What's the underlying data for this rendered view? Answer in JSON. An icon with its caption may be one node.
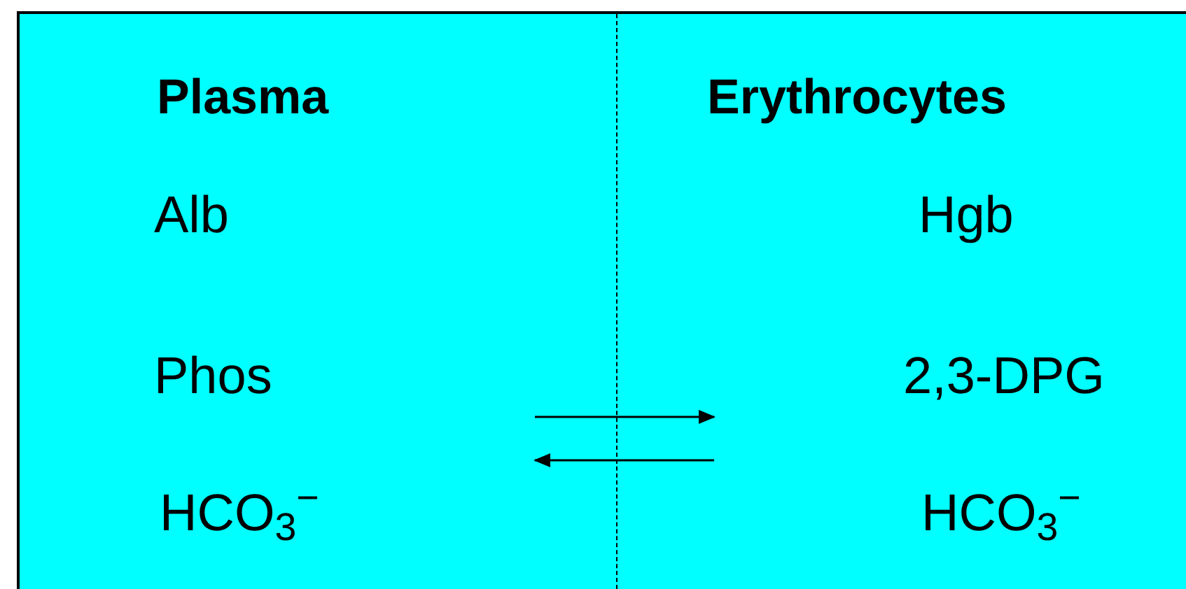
{
  "diagram": {
    "nodes": [
      {
        "text": [
          "Plasma",
          "Alb",
          "Phos",
          "HCO$_{3}$$^{−}$"
        ]
      },
      {
        "text": [
          "Erythrocytes",
          "Hgb",
          "2,3-DPG",
          "HCO$_{3}$$^{−}$"
        ]
      }
    ]
  }
}
